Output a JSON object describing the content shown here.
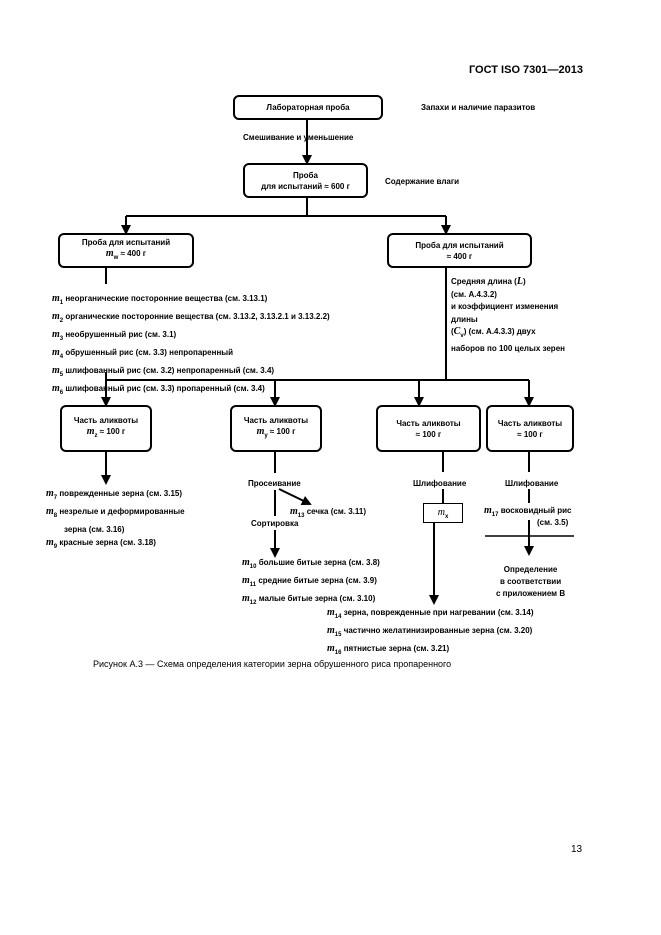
{
  "header": "ГОСТ ISO 7301—2013",
  "nodes": {
    "lab_sample": "Лабораторная проба",
    "lab_sample_note": "Запахи и наличие паразитов",
    "mixing": "Смешивание и уменьшение",
    "sample_line1": "Проба",
    "sample_line2": "для испытаний ≈ 600 г",
    "moisture": "Содержание влаги",
    "left_test_line1": "Проба для испытаний",
    "left_test_mass": "m",
    "left_test_sub": "w",
    "left_test_value": " ≈ 400 г",
    "right_test_line1": "Проба для испытаний",
    "right_test_line2": "≈ 400 г"
  },
  "left_list": [
    {
      "sym": "m",
      "sub": "1",
      "text": " неорганические посторонние вещества (см. 3.13.1)"
    },
    {
      "sym": "m",
      "sub": "2",
      "text": " органические посторонние вещества (см. 3.13.2, 3.13.2.1 и 3.13.2.2)"
    },
    {
      "sym": "m",
      "sub": "3",
      "text": " необрушенный рис (см. 3.1)"
    },
    {
      "sym": "m",
      "sub": "4",
      "text": " обрушенный рис (см. 3.3) непропаренный"
    },
    {
      "sym": "m",
      "sub": "5",
      "text": " шлифованный рис (см. 3.2) непропаренный (см. 3.4)"
    },
    {
      "sym": "m",
      "sub": "6",
      "text": " шлифованный рис (см. 3.3) пропаренный (см. 3.4)"
    }
  ],
  "right_note": {
    "l1": "Средняя длина (",
    "l1_sym": "L",
    "l1_end": ")",
    "l2": "(см. А.4.3.2)",
    "l3": "и коэффициент изменения",
    "l4": "длины",
    "l5_open": "(",
    "l5_sym": "C",
    "l5_sub": "v",
    "l5_rest": ") (см. А.4.3.3) двух",
    "l6": "наборов по 100 целых зерен"
  },
  "aliquots": [
    {
      "label": "Часть аликвоты",
      "sym": "m",
      "sub": "z",
      "value": " ≈ 100 г"
    },
    {
      "label": "Часть аликвоты",
      "sym": "m",
      "sub": "y",
      "value": " ≈ 100 г"
    },
    {
      "label": "Часть аликвоты",
      "sym": "",
      "sub": "",
      "value": "≈ 100 г"
    },
    {
      "label": "Часть аликвоты",
      "sym": "",
      "sub": "",
      "value": "≈ 100 г"
    }
  ],
  "col1_list": [
    {
      "sym": "m",
      "sub": "7",
      "text": " поврежденные зерна (см. 3.15)"
    },
    {
      "sym": "m",
      "sub": "8",
      "text": " незрелые и деформированные"
    },
    {
      "sym": "",
      "sub": "",
      "text": "зерна (см. 3.16)"
    },
    {
      "sym": "m",
      "sub": "9",
      "text": " красные зерна (см. 3.18)"
    }
  ],
  "col2": {
    "sieving": "Просеивание",
    "sieve_item": {
      "sym": "m",
      "sub": "13",
      "text": " сечка (см. 3.11)"
    },
    "sorting": "Сортировка",
    "list": [
      {
        "sym": "m",
        "sub": "10",
        "text": " большие битые зерна (см. 3.8)"
      },
      {
        "sym": "m",
        "sub": "11",
        "text": " средние битые зерна (см. 3.9)"
      },
      {
        "sym": "m",
        "sub": "12",
        "text": " малые битые зерна (см. 3.10)"
      }
    ]
  },
  "col3": {
    "grinding": "Шлифование",
    "box_sym": "m",
    "box_sub": "x"
  },
  "col4": {
    "grinding": "Шлифование",
    "item": {
      "sym": "m",
      "sub": "17",
      "text": " восковидный рис"
    },
    "item_ref": "(см. 3.5)",
    "det1": "Определение",
    "det2": "в соответствии",
    "det3": "с приложением В"
  },
  "bottom_list": [
    {
      "sym": "m",
      "sub": "14",
      "text": " зерна, поврежденные при нагревании (см. 3.14)"
    },
    {
      "sym": "m",
      "sub": "15",
      "text": " частично желатинизированные зерна (см. 3.20)"
    },
    {
      "sym": "m",
      "sub": "16",
      "text": " пятнистые зерна (см. 3.21)"
    }
  ],
  "caption": "Рисунок А.3 — Схема определения категории зерна обрушенного риса пропаренного",
  "page_number": "13"
}
